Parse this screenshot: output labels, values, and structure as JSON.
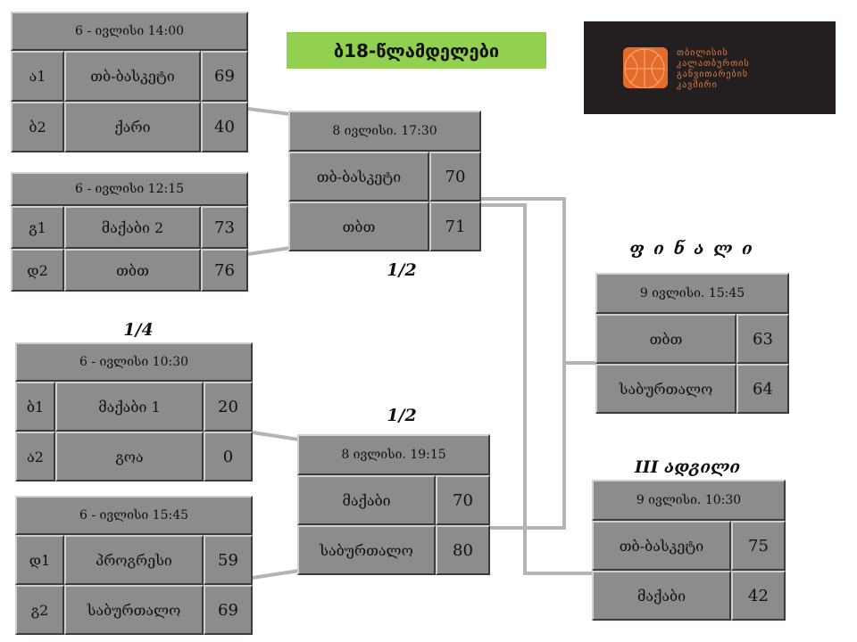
{
  "title": "ბ18-წლამდელები",
  "logo": {
    "line1": "თბილისის",
    "line2": "კალათბურთის",
    "line3": "განვითარების",
    "line4": "კავშირი",
    "colors": {
      "background": "#231f20",
      "accent": "#e46c2a"
    }
  },
  "labels": {
    "quarter": "1/4",
    "semi_top": "1/2",
    "semi_bottom": "1/2",
    "final": "ფ ი ნ ა ლ ი",
    "third": "III ადგილი"
  },
  "quarterfinals": [
    {
      "header": "6 - ივლისი 14:00",
      "teams": [
        {
          "seed": "ა1",
          "name": "თბ-ბასკეტი",
          "score": "69"
        },
        {
          "seed": "ბ2",
          "name": "ქარი",
          "score": "40"
        }
      ]
    },
    {
      "header": "6 - ივლისი  12:15",
      "teams": [
        {
          "seed": "გ1",
          "name": "მაქაბი 2",
          "score": "73"
        },
        {
          "seed": "დ2",
          "name": "თბთ",
          "score": "76"
        }
      ]
    },
    {
      "header": "6 - ივლისი  10:30",
      "teams": [
        {
          "seed": "ბ1",
          "name": "მაქაბი 1",
          "score": "20"
        },
        {
          "seed": "ა2",
          "name": "გოა",
          "score": "0"
        }
      ]
    },
    {
      "header": "6 - ივლისი 15:45",
      "teams": [
        {
          "seed": "დ1",
          "name": "პროგრესი",
          "score": "59"
        },
        {
          "seed": "გ2",
          "name": "საბურთალო",
          "score": "69"
        }
      ]
    }
  ],
  "semifinals": [
    {
      "header": "8 ივლისი. 17:30",
      "teams": [
        {
          "name": "თბ-ბასკეტი",
          "score": "70"
        },
        {
          "name": "თბთ",
          "score": "71"
        }
      ]
    },
    {
      "header": "8 ივლისი. 19:15",
      "teams": [
        {
          "name": "მაქაბი",
          "score": "70"
        },
        {
          "name": "საბურთალო",
          "score": "80"
        }
      ]
    }
  ],
  "final": {
    "header": "9 ივლისი. 15:45",
    "teams": [
      {
        "name": "თბთ",
        "score": "63"
      },
      {
        "name": "საბურთალო",
        "score": "64"
      }
    ]
  },
  "third_place": {
    "header": "9 ივლისი. 10:30",
    "teams": [
      {
        "name": "თბ-ბასკეტი",
        "score": "75"
      },
      {
        "name": "მაქაბი",
        "score": "42"
      }
    ]
  }
}
